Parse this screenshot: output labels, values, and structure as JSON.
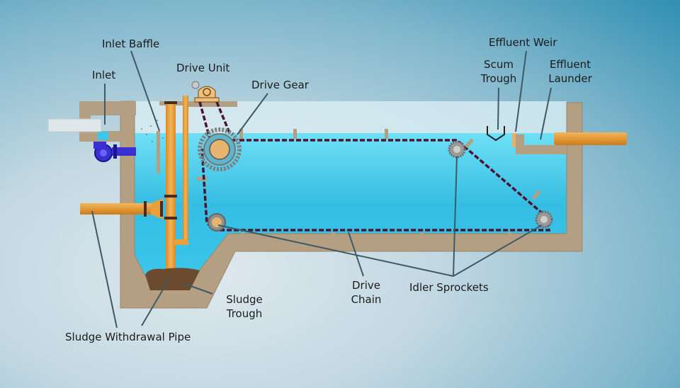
{
  "diagram": {
    "title": "Rectangular Clarifier with Chain-and-Flight Sludge Collector",
    "labels": {
      "inlet_baffle": "Inlet Baffle",
      "inlet": "Inlet",
      "drive_unit": "Drive Unit",
      "drive_gear": "Drive Gear",
      "effluent_weir": "Effluent Weir",
      "scum_trough_1": "Scum",
      "scum_trough_2": "Trough",
      "effluent_launder_1": "Effluent",
      "effluent_launder_2": "Launder",
      "drive_chain_1": "Drive",
      "drive_chain_2": "Chain",
      "idler_sprockets": "Idler Sprockets",
      "sludge_trough_1": "Sludge",
      "sludge_trough_2": "Trough",
      "sludge_withdrawal_pipe": "Sludge Withdrawal Pipe"
    },
    "colors": {
      "water": "#3cc3e6",
      "concrete": "#b59f82",
      "pipe": "#e8a03a",
      "pump": "#3a2fd0",
      "chain": "#4a1530",
      "sludge": "#6b4a2e"
    }
  }
}
